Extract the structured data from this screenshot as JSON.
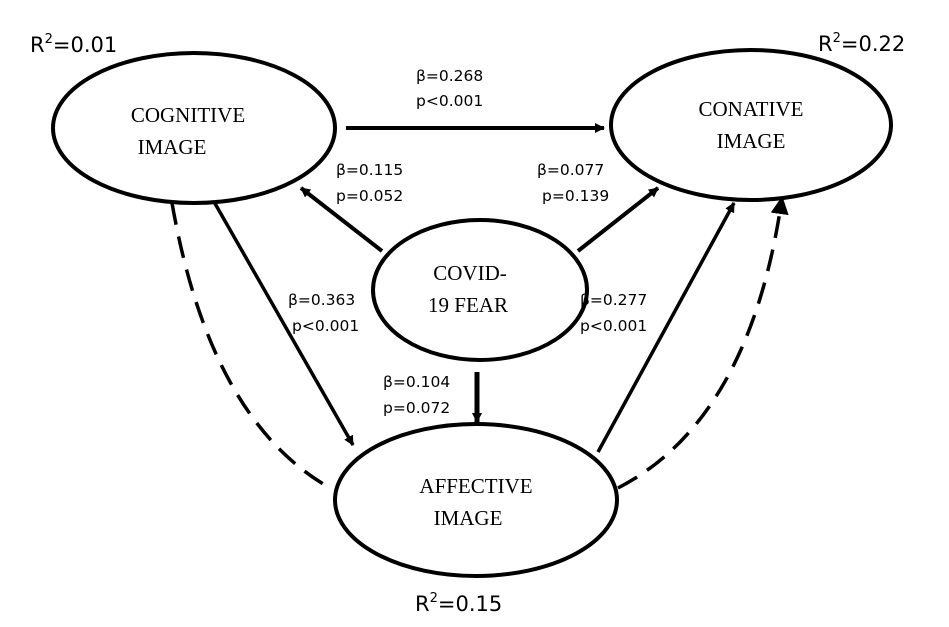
{
  "nodes": {
    "cognitive": {
      "line1": "COGNITIVE",
      "line2": "IMAGE"
    },
    "conative": {
      "line1": "CONATIVE",
      "line2": "IMAGE"
    },
    "covid": {
      "line1": "COVID-",
      "line2": "19 FEAR"
    },
    "affective": {
      "line1": "AFFECTIVE",
      "line2": "IMAGE"
    }
  },
  "r_squared": {
    "cognitive": {
      "prefix": "R",
      "sup": "2",
      "value": "=0.01"
    },
    "conative": {
      "prefix": "R",
      "sup": "2",
      "value": "=0.22"
    },
    "affective": {
      "prefix": "R",
      "sup": "2",
      "value": "=0.15"
    }
  },
  "paths": {
    "cognitive_conative": {
      "beta": "β=0.268",
      "p": "p<0.001"
    },
    "covid_cognitive": {
      "beta": "β=0.115",
      "p": "p=0.052"
    },
    "covid_conative": {
      "beta": "β=0.077",
      "p": "p=0.139"
    },
    "cognitive_affective": {
      "beta": "β=0.363",
      "p": "p<0.001"
    },
    "affective_conative": {
      "beta": "β=0.277",
      "p": "p<0.001"
    },
    "covid_affective": {
      "beta": "β=0.104",
      "p": "p=0.072"
    }
  }
}
